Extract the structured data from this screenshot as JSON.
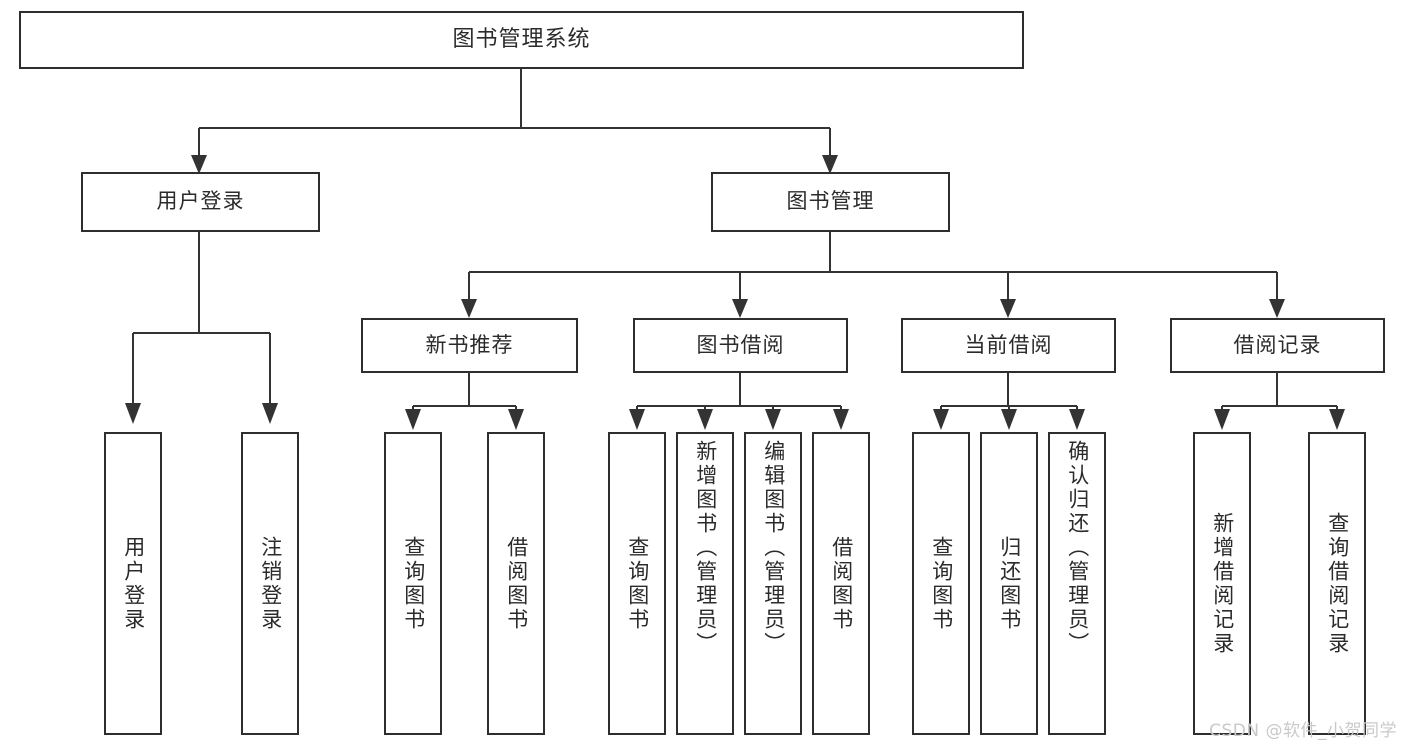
{
  "diagram": {
    "type": "tree-hierarchy-chart",
    "title": "图书管理系统",
    "root": {
      "label": "图书管理系统"
    },
    "level2": [
      {
        "label": "用户登录"
      },
      {
        "label": "图书管理"
      }
    ],
    "level3": [
      {
        "label": "新书推荐"
      },
      {
        "label": "图书借阅"
      },
      {
        "label": "当前借阅"
      },
      {
        "label": "借阅记录"
      }
    ],
    "leaves": {
      "user_login": [
        {
          "label": "用户登录"
        },
        {
          "label": "注销登录"
        }
      ],
      "new_book_recommend": [
        {
          "label": "查询图书"
        },
        {
          "label": "借阅图书"
        }
      ],
      "book_borrow": [
        {
          "label": "查询图书"
        },
        {
          "label": "新增图书（管理员）"
        },
        {
          "label": "编辑图书（管理员）"
        },
        {
          "label": "借阅图书"
        }
      ],
      "current_borrow": [
        {
          "label": "查询图书"
        },
        {
          "label": "归还图书"
        },
        {
          "label": "确认归还（管理员）"
        }
      ],
      "borrow_record": [
        {
          "label": "新增借阅记录"
        },
        {
          "label": "查询借阅记录"
        }
      ]
    }
  },
  "watermark": {
    "text": "CSDN @软件_小贺同学"
  },
  "colors": {
    "box_border": "#2e2e2e",
    "connector": "#333333",
    "text": "#2b2b2b",
    "background": "#ffffff",
    "watermark": "#c9c9c9"
  }
}
